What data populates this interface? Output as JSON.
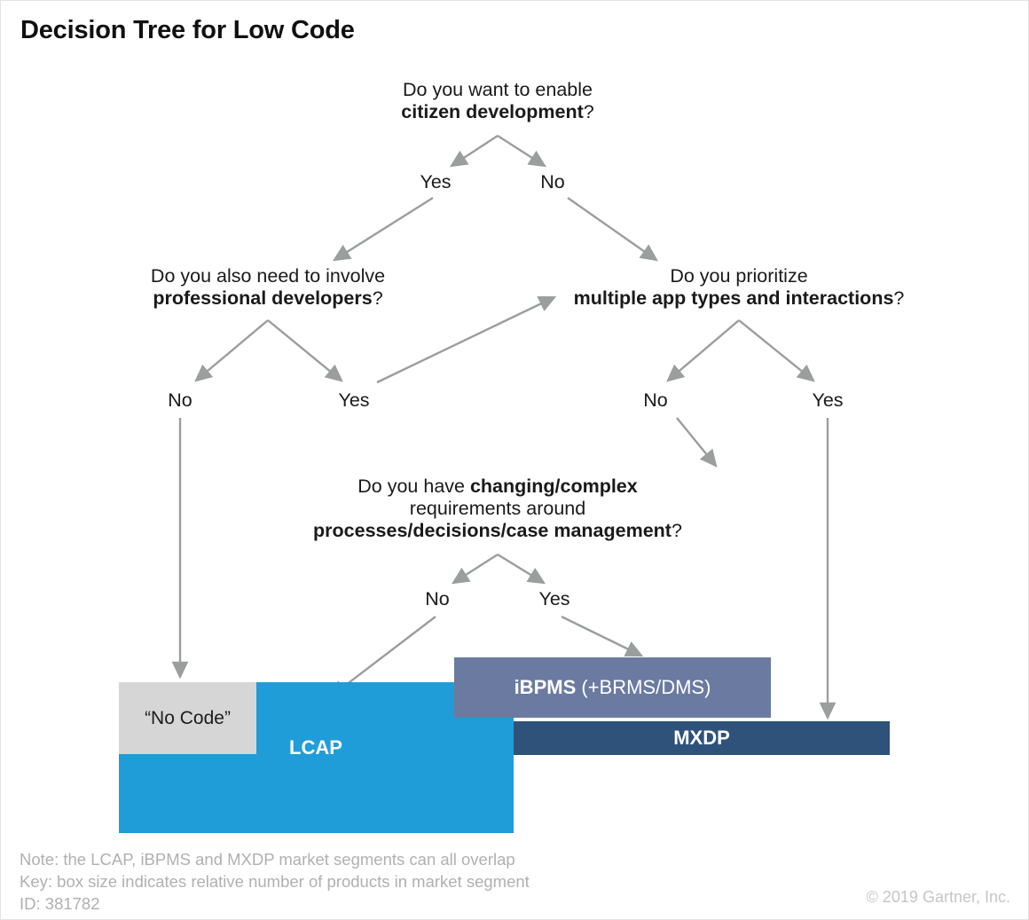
{
  "title": "Decision Tree for Low Code",
  "colors": {
    "arrow": "#9a9e9c",
    "no_code_box": "#d6d6d6",
    "lcap_box": "#1f9dd9",
    "ibpms_box": "#6b7aa1",
    "mxdp_box": "#2f527b",
    "text": "#1a1a1a",
    "footnote": "#b0b0b0"
  },
  "questions": {
    "root": {
      "line1": "Do you want to enable",
      "line2_bold": "citizen development",
      "line2_tail": "?"
    },
    "left": {
      "line1": "Do you also need to involve",
      "line2_bold": "professional developers",
      "line2_tail": "?"
    },
    "right": {
      "line1": "Do you prioritize",
      "line2_bold": "multiple app types and interactions",
      "line2_tail": "?"
    },
    "complex": {
      "line1_head": "Do you have ",
      "line1_bold": "changing/complex",
      "line2": "requirements around",
      "line3_bold": "processes/decisions/case management",
      "line3_tail": "?"
    }
  },
  "branch_labels": {
    "root_yes": "Yes",
    "root_no": "No",
    "left_no": "No",
    "left_yes": "Yes",
    "right_no": "No",
    "right_yes": "Yes",
    "complex_no": "No",
    "complex_yes": "Yes"
  },
  "segments": {
    "no_code": "“No Code”",
    "lcap": "LCAP",
    "ibpms_bold": "iBPMS",
    "ibpms_tail": " (+BRMS/DMS)",
    "mxdp": "MXDP"
  },
  "footer": {
    "note": "Note: the LCAP, iBPMS and MXDP market segments can all overlap",
    "key": "Key: box size indicates relative number of products in market segment",
    "id": "ID: 381782",
    "copyright": "© 2019 Gartner, Inc."
  }
}
